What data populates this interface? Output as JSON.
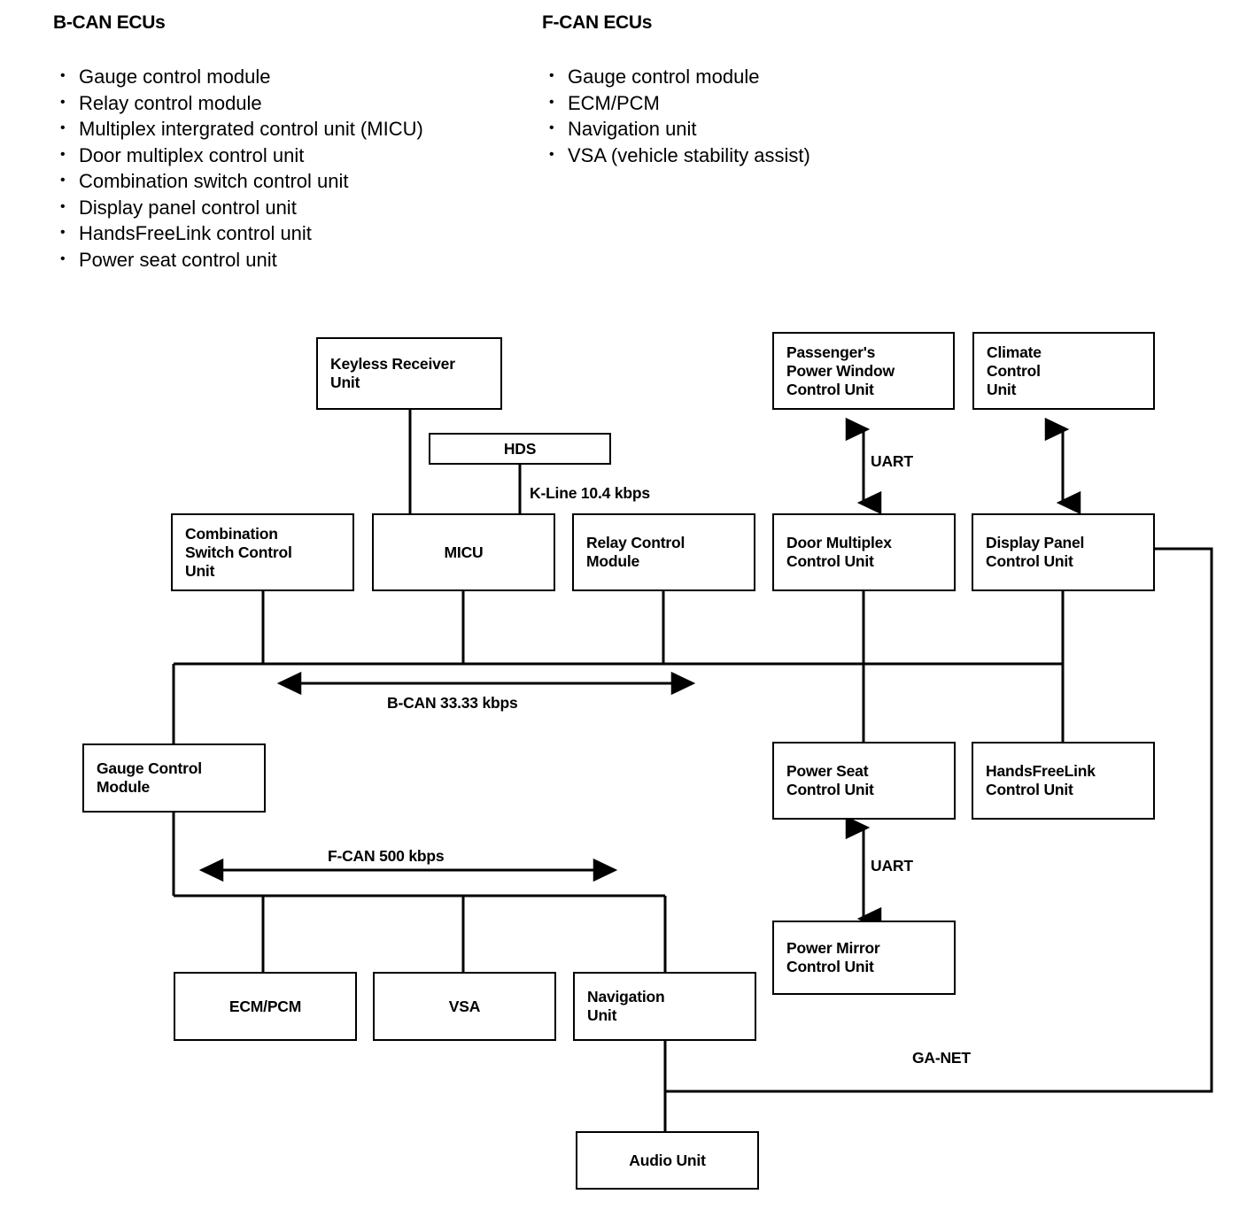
{
  "lists": [
    {
      "id": "bcan",
      "title": "B-CAN ECUs",
      "items": [
        "Gauge control module",
        "Relay control module",
        "Multiplex intergrated control unit (MICU)",
        "Door multiplex control unit",
        "Combination switch control unit",
        "Display panel control unit",
        "HandsFreeLink control unit",
        "Power seat control unit"
      ]
    },
    {
      "id": "fcan",
      "title": "F-CAN ECUs",
      "items": [
        "Gauge control module",
        "ECM/PCM",
        "Navigation unit",
        "VSA (vehicle stability assist)"
      ]
    }
  ],
  "diagram": {
    "nodes": {
      "keyless_receiver": "Keyless Receiver\nUnit",
      "hds": "HDS",
      "passengers_power_window": "Passenger's\nPower Window\nControl Unit",
      "climate_control": "Climate\nControl\nUnit",
      "combination_switch": "Combination\nSwitch Control\nUnit",
      "micu": "MICU",
      "relay_control": "Relay Control\nModule",
      "door_multiplex": "Door Multiplex\nControl Unit",
      "display_panel": "Display Panel\nControl Unit",
      "gauge_control": "Gauge Control\nModule",
      "power_seat": "Power Seat\nControl Unit",
      "handsfreelink": "HandsFreeLink\nControl Unit",
      "ecm_pcm": "ECM/PCM",
      "vsa": "VSA",
      "navigation": "Navigation\nUnit",
      "power_mirror": "Power Mirror\nControl Unit",
      "audio": "Audio Unit"
    },
    "bus_labels": {
      "kline": "K-Line 10.4 kbps",
      "bcan": "B-CAN 33.33 kbps",
      "fcan": "F-CAN 500 kbps",
      "ganet": "GA-NET",
      "uart_window": "UART",
      "uart_mirror": "UART"
    }
  },
  "colors": {
    "line": "#000000",
    "background": "#ffffff"
  }
}
